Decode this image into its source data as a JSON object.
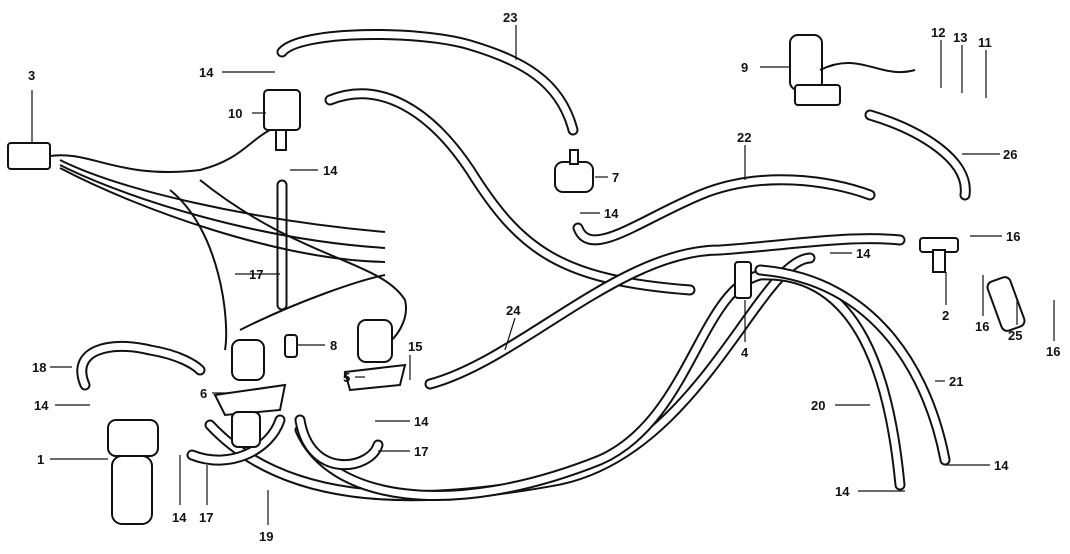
{
  "title": "Vacuum hose and control valve parts diagram",
  "callouts": [
    "23",
    "14",
    "10",
    "14",
    "3",
    "9",
    "12",
    "13",
    "11",
    "22",
    "26",
    "7",
    "14",
    "14",
    "16",
    "2",
    "16",
    "25",
    "16",
    "17",
    "8",
    "15",
    "5",
    "6",
    "18",
    "24",
    "4",
    "14",
    "14",
    "17",
    "1",
    "14",
    "17",
    "19",
    "20",
    "21",
    "14",
    "14"
  ]
}
